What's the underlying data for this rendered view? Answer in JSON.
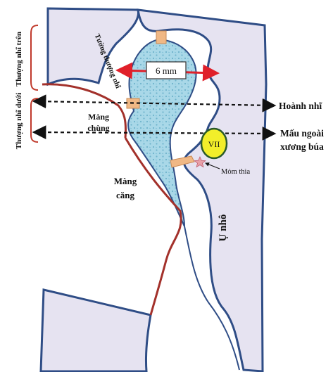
{
  "labels": {
    "thuong_nhi_tren": "Thượng nhĩ trên",
    "thuong_nhi_duoi": "Thượng nhĩ dưới",
    "tuong_thuong_nhi": "Tường thượng nhĩ",
    "measure": "6 mm",
    "mang_chung_line1": "Màng",
    "mang_chung_line2": "chùng",
    "mang_cang_line1": "Màng",
    "mang_cang_line2": "căng",
    "nerve": "VII",
    "mom_thia": "Mỏm thìa",
    "u_nho": "Ụ nhô",
    "hoanh_nhi": "Hoành nhĩ",
    "mau_ngoai_line1": "Mấu ngoài",
    "mau_ngoai_line2": "xương búa"
  },
  "colors": {
    "bone_fill": "#e6e3f1",
    "bone_outline": "#2f4d86",
    "cavity_fill": "#a9d8e8",
    "cavity_dots": "#6fb3cc",
    "red_arrow": "#e0202a",
    "membrane_red": "#a3312b",
    "bracket_red": "#c0392b",
    "nerve_fill": "#f2ee2a",
    "nerve_outline": "#2a5a2a",
    "tendon": "#f0b885",
    "star": "#e8a0a8",
    "text": "#111111"
  }
}
